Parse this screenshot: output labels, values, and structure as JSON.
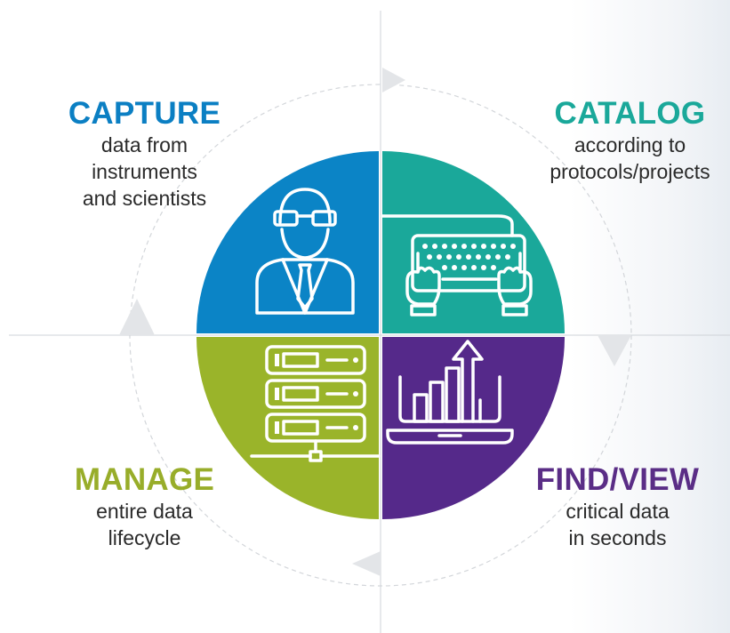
{
  "colors": {
    "capture": "#0b84c6",
    "catalog": "#1aa89a",
    "manage": "#9ab42a",
    "findview": "#55298a",
    "arrow": "#e3e5e8",
    "guide": "#cfd3d8"
  },
  "quadrants": {
    "capture": {
      "title": "CAPTURE",
      "lines": [
        "data from",
        "instruments",
        "and scientists"
      ],
      "icon": "scientist-icon"
    },
    "catalog": {
      "title": "CATALOG",
      "lines": [
        "according to",
        "protocols/projects"
      ],
      "icon": "keyboard-typing-icon"
    },
    "manage": {
      "title": "MANAGE",
      "lines": [
        "entire data",
        "lifecycle"
      ],
      "icon": "server-stack-icon"
    },
    "findview": {
      "title": "FIND/VIEW",
      "lines": [
        "critical data",
        "in seconds"
      ],
      "icon": "analytics-chart-icon"
    }
  }
}
